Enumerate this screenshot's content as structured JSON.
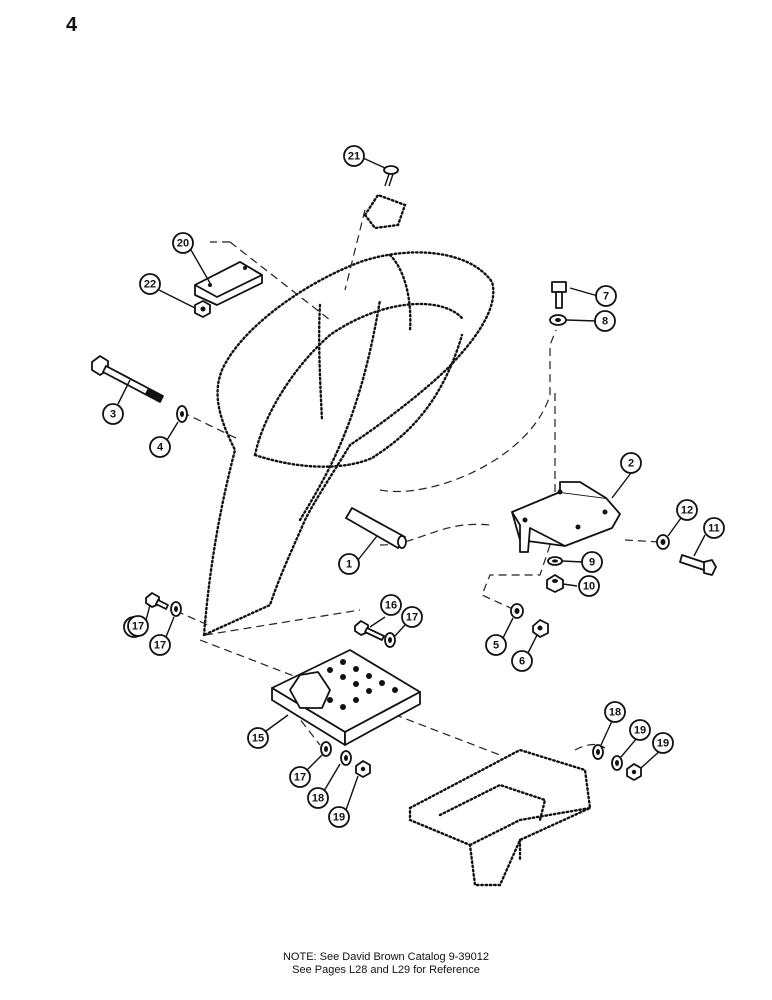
{
  "page_number": "4",
  "callouts": [
    "1",
    "2",
    "3",
    "4",
    "5",
    "6",
    "7",
    "8",
    "9",
    "10",
    "11",
    "12",
    "15",
    "16",
    "16",
    "17",
    "17",
    "17",
    "17",
    "18",
    "18",
    "19",
    "19",
    "19",
    "20",
    "21",
    "22"
  ],
  "note": {
    "line1": "NOTE: See David Brown Catalog 9-39012",
    "line2": "See Pages L28 and L29 for Reference"
  }
}
